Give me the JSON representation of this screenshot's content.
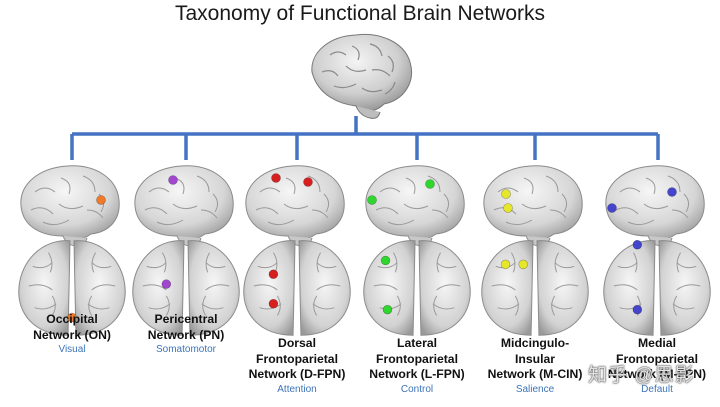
{
  "title": "Taxonomy of Functional Brain Networks",
  "colors": {
    "tree": "#4472c4",
    "subtitle": "#3d74b8"
  },
  "networks": [
    {
      "name_lines": [
        "Occipital",
        "Network (ON)"
      ],
      "subtitle": "Visual",
      "node_color": "#f07a2a"
    },
    {
      "name_lines": [
        "Pericentral",
        "Network (PN)"
      ],
      "subtitle": "Somatomotor",
      "node_color": "#a046cf"
    },
    {
      "name_lines": [
        "Dorsal",
        "Frontoparietal",
        "Network (D-FPN)"
      ],
      "subtitle": "Attention",
      "node_color": "#d81f1f"
    },
    {
      "name_lines": [
        "Lateral",
        "Frontoparietal",
        "Network (L-FPN)"
      ],
      "subtitle": "Control",
      "node_color": "#2ed62e"
    },
    {
      "name_lines": [
        "Midcingulo-",
        "Insular",
        "Network (M-CIN)"
      ],
      "subtitle": "Salience",
      "node_color": "#e6e62a"
    },
    {
      "name_lines": [
        "Medial",
        "Frontoparietal",
        "Network (M-FPN)"
      ],
      "subtitle": "Default",
      "node_color": "#4444cc"
    }
  ],
  "watermark": "知乎 @思影"
}
